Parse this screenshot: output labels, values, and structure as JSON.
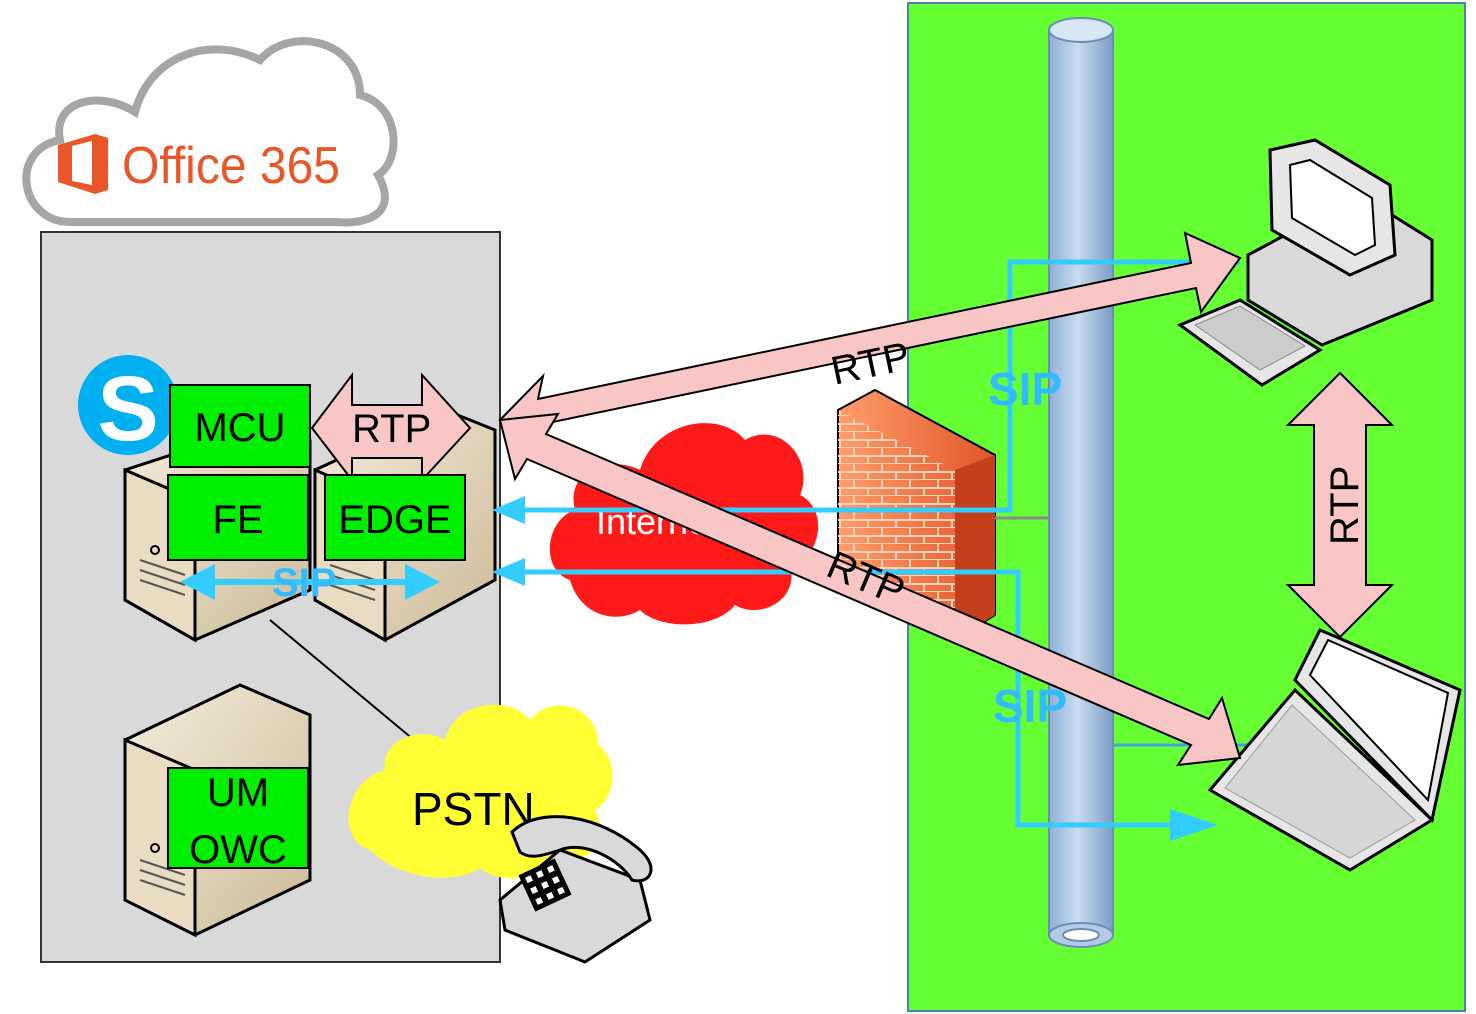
{
  "cloud": {
    "label": "Office 365"
  },
  "roles": {
    "mcu": "MCU",
    "fe": "FE",
    "edge": "EDGE",
    "um_line1": "UM",
    "um_line2": "OWC"
  },
  "labels": {
    "rtp_mcu_edge": "RTP",
    "sip_internal": "SIP",
    "rtp_upper": "RTP",
    "rtp_lower": "RTP",
    "rtp_vertical": "RTP",
    "sip_upper": "SIP",
    "sip_lower": "SIP",
    "internet": "Internet",
    "pstn": "PSTN"
  },
  "colors": {
    "datacenter_bg": "#d9d9d9",
    "client_zone_bg": "#66ff33",
    "role_box": "#00ee00",
    "rtp_arrow": "#f9c6c6",
    "sip_arrow": "#33ccff",
    "internet_cloud": "#ff0000",
    "pstn_cloud": "#ffff33",
    "office_orange": "#e8562a",
    "skype_blue": "#00aff0"
  },
  "icons": [
    "office-logo-icon",
    "skype-logo-icon",
    "server-icon",
    "firewall-icon",
    "network-bus-icon",
    "desktop-computer-icon",
    "laptop-icon",
    "telephone-icon"
  ]
}
